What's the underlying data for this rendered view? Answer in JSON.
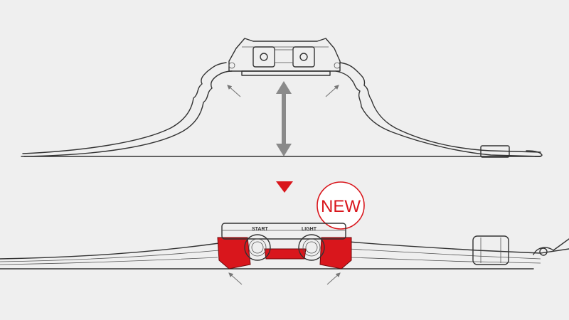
{
  "badge": {
    "text": "NEW"
  },
  "watch_buttons": {
    "left": "START",
    "right": "LIGHT"
  },
  "colors": {
    "background": "#efefef",
    "line": "#333333",
    "accent_red": "#d9161c",
    "arrow_gray": "#8a8a8a"
  },
  "icons": {
    "transition": "down-triangle-icon",
    "height": "double-arrow-vertical-icon"
  }
}
